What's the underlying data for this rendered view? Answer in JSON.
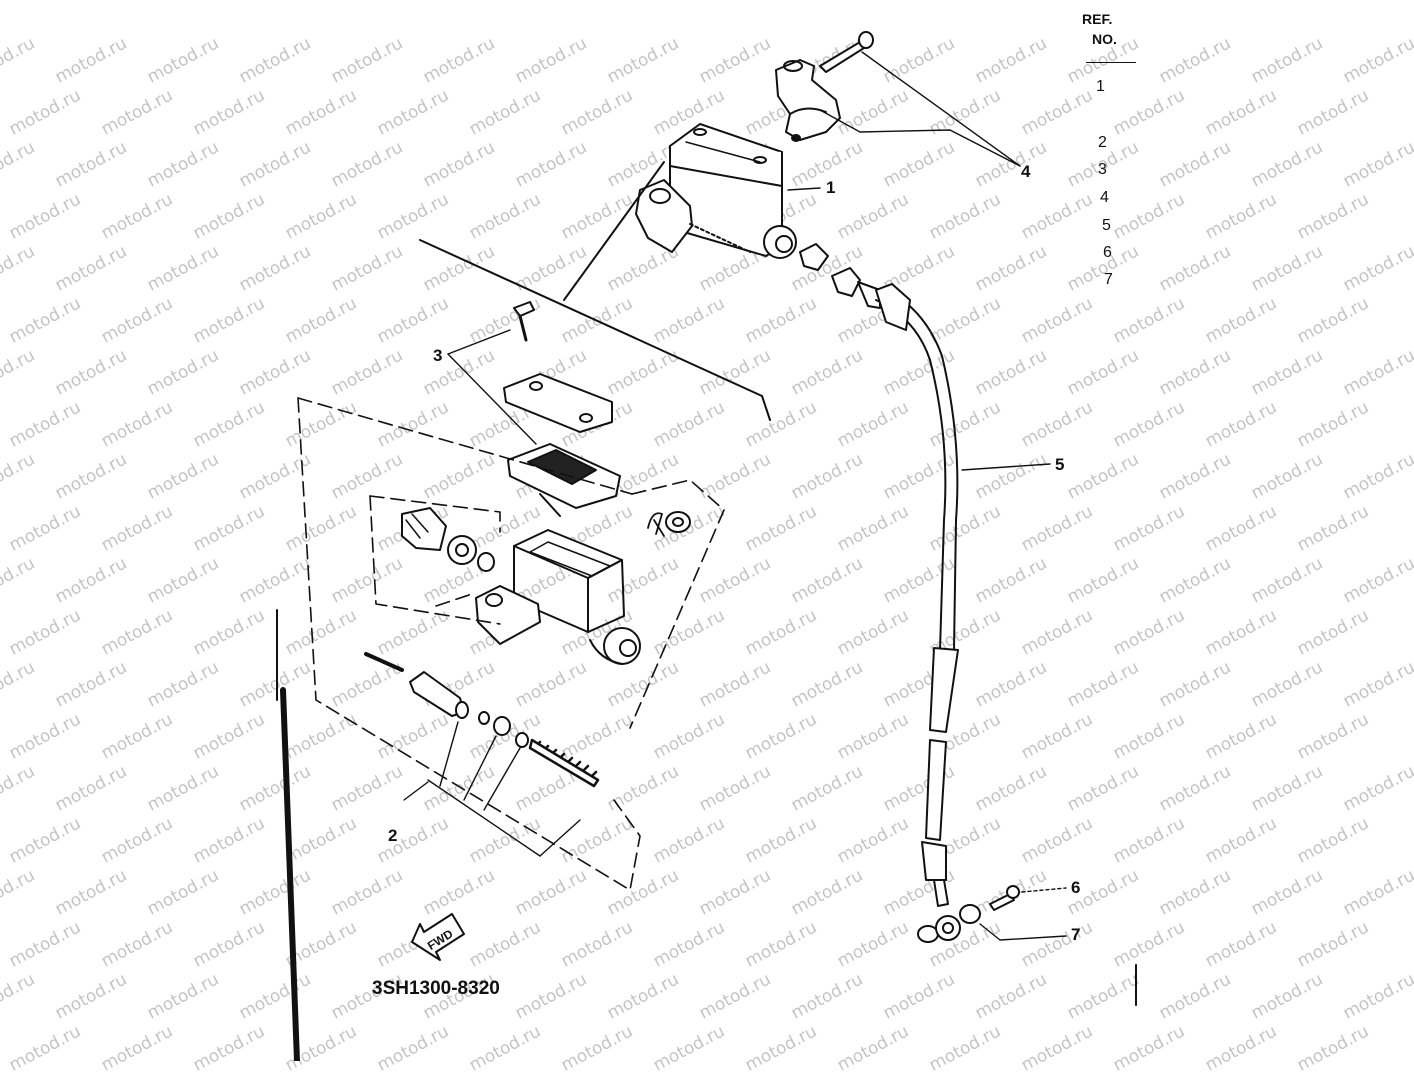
{
  "ref_table": {
    "header_line1": "REF.",
    "header_line2": "NO.",
    "numbers": [
      "1",
      "2",
      "3",
      "4",
      "5",
      "6",
      "7"
    ]
  },
  "callouts": {
    "c1": "1",
    "c2": "2",
    "c3": "3",
    "c4": "4",
    "c5": "5",
    "c6": "6",
    "c7": "7"
  },
  "fwd_label": "FWD",
  "diagram_code": "3SH1300-8320",
  "watermark": "motod.ru"
}
